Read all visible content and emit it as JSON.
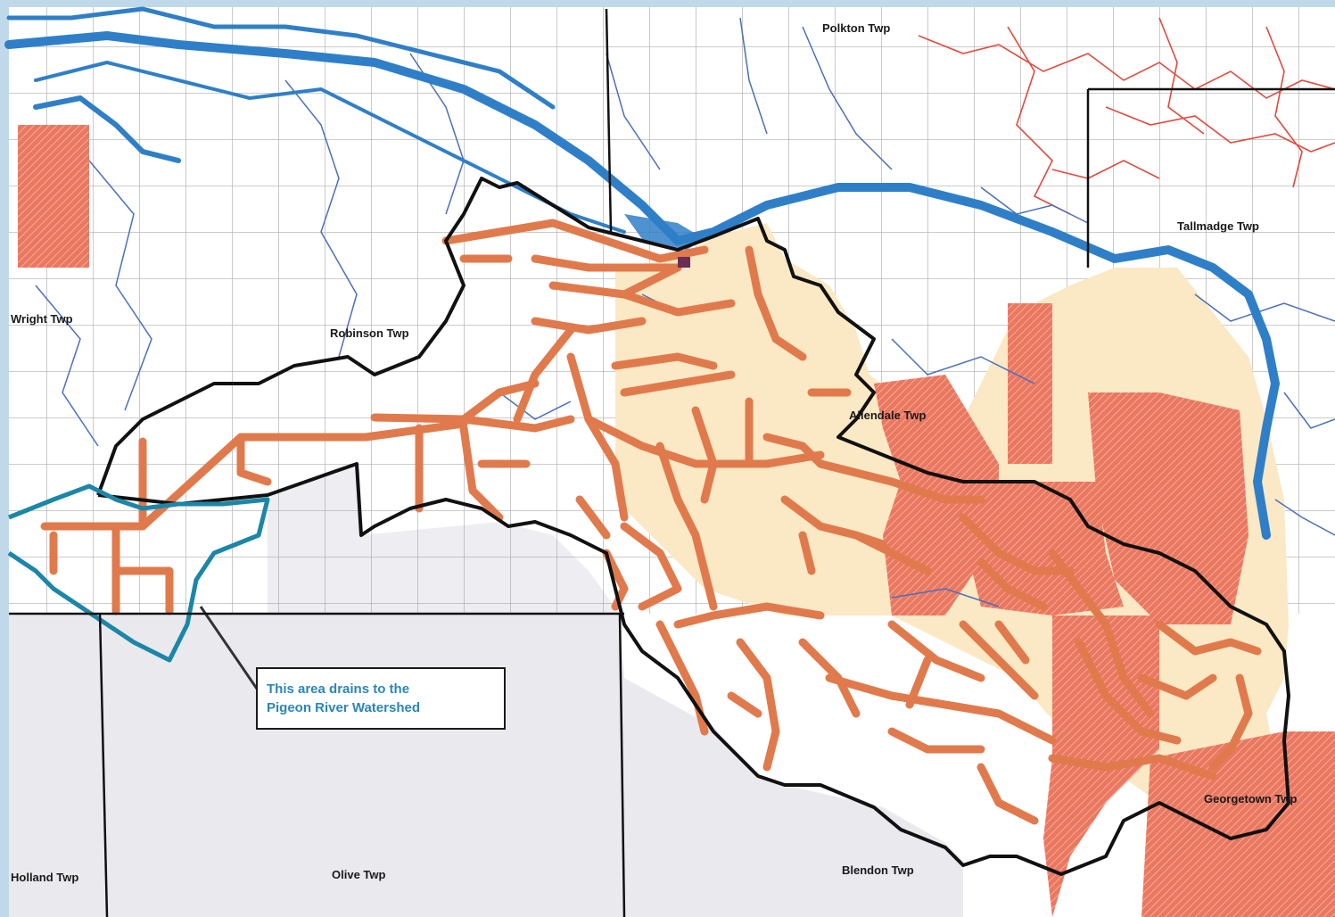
{
  "map": {
    "township_labels": [
      {
        "id": "polkton-top",
        "text": "Polkton Twp"
      },
      {
        "id": "tallmadge-twp",
        "text": "Tallmadge Twp"
      },
      {
        "id": "wright-twp",
        "text": "Wright Twp"
      },
      {
        "id": "robinson-twp",
        "text": "Robinson Twp"
      },
      {
        "id": "allendale-twp",
        "text": "Allendale Twp"
      },
      {
        "id": "georgetown-twp",
        "text": "Georgetown Twp"
      },
      {
        "id": "holland-twp",
        "text": "Holland Twp"
      },
      {
        "id": "olive-twp",
        "text": "Olive Twp"
      },
      {
        "id": "blendon-twp",
        "text": "Blendon Twp"
      }
    ],
    "callout": {
      "line1": "This area drains to the",
      "line2": "Pigeon River Watershed"
    },
    "colors": {
      "frame": "#bfd9ea",
      "land": "#ffffff",
      "outside_county": "#e9e9ee",
      "watershed_fill": "#fbe8c4",
      "urban_hatch": "#ea7760",
      "drain": "#e07a4c",
      "river": "#2f7fc8",
      "stream": "#4a6fc0",
      "boundary": "#111111",
      "pigeon_boundary": "#1b86a8",
      "red_streams": "#e5483c",
      "grid": "#9a9a9a"
    }
  }
}
